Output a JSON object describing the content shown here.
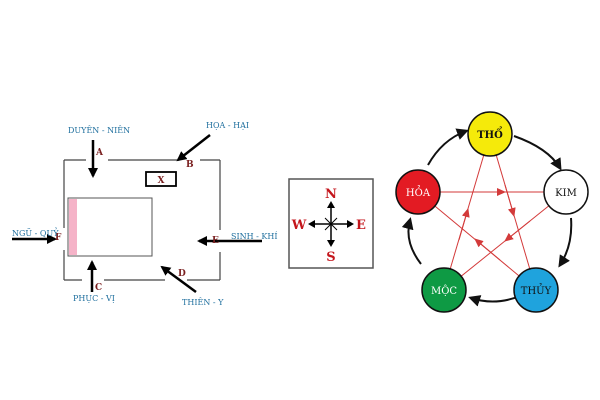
{
  "floor_plan": {
    "door_labels": {
      "A": "A",
      "B": "B",
      "C": "C",
      "D": "D",
      "E": "E",
      "F": "F"
    },
    "x_box": "X",
    "directions": {
      "top_left": "DUYÊN - NIÊN",
      "top_right": "HỌA - HẠI",
      "right": "SINH - KHÍ",
      "left": "NGŨ - QUỶ",
      "bottom_left": "PHỤC - VỊ",
      "bottom_right": "THIÊN - Y"
    }
  },
  "compass": {
    "north": "N",
    "south": "S",
    "east": "E",
    "west": "W"
  },
  "elements": {
    "tho": {
      "label": "THỔ",
      "color": "#f5ea0a"
    },
    "kim": {
      "label": "KIM",
      "color": "#ffffff"
    },
    "thuy": {
      "label": "THỦY",
      "color": "#1fa3dd"
    },
    "moc": {
      "label": "MỘC",
      "color": "#0e9a44"
    },
    "hoa": {
      "label": "HỎA",
      "color": "#e31b23"
    }
  },
  "colors": {
    "line_blue": "#1f6f9e",
    "door_red": "#7a1f1f",
    "compass_red": "#c4161c",
    "cycle_red": "#d33a3a",
    "bed_pink": "#f5b3c8"
  }
}
